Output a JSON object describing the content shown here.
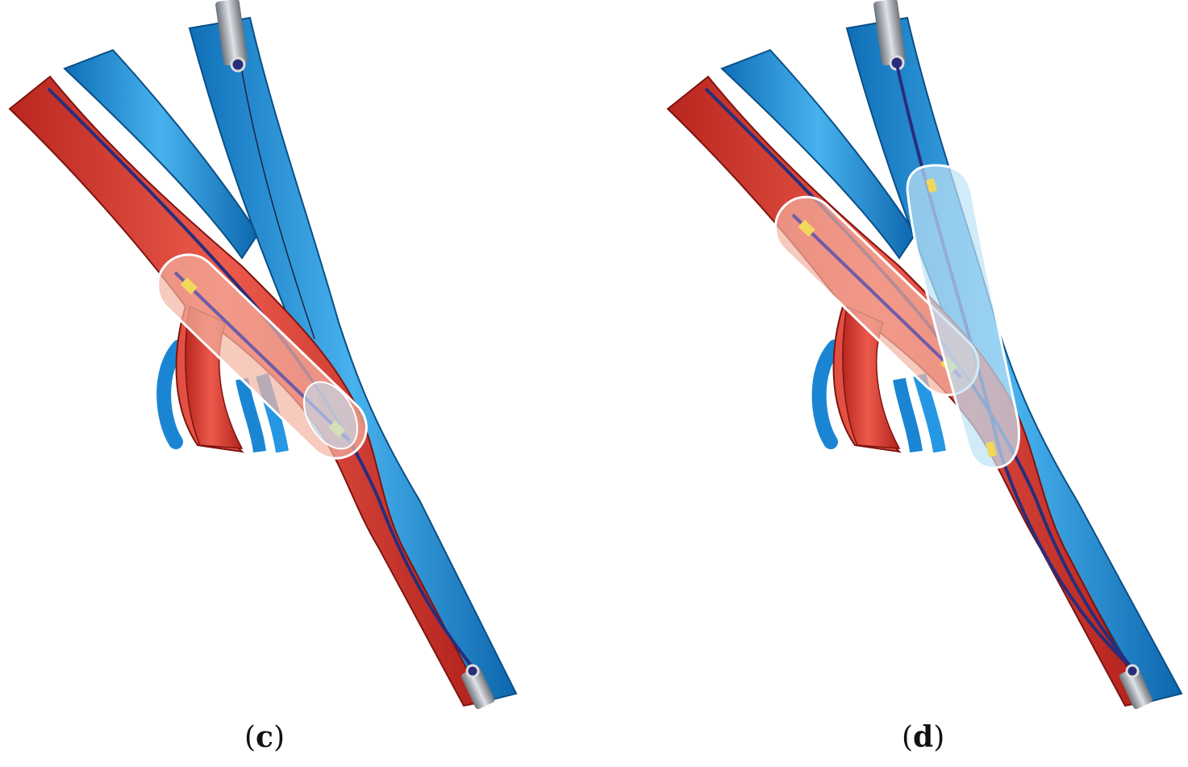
{
  "panels": [
    {
      "id": "c",
      "label_open": "(",
      "label_letter": "c",
      "label_close": ")"
    },
    {
      "id": "d",
      "label_open": "(",
      "label_letter": "d",
      "label_close": ")"
    }
  ],
  "colors": {
    "artery": "#d9382f",
    "artery_dark": "#a8221c",
    "vein": "#1d8fdc",
    "vein_dark": "#0d5f9e",
    "catheter": "#8a8f96",
    "guidewire": "#2a2d7a",
    "balloon_red": "#f3b3a3",
    "balloon_blue": "#bfe3f7",
    "marker": "#f2d85a"
  }
}
